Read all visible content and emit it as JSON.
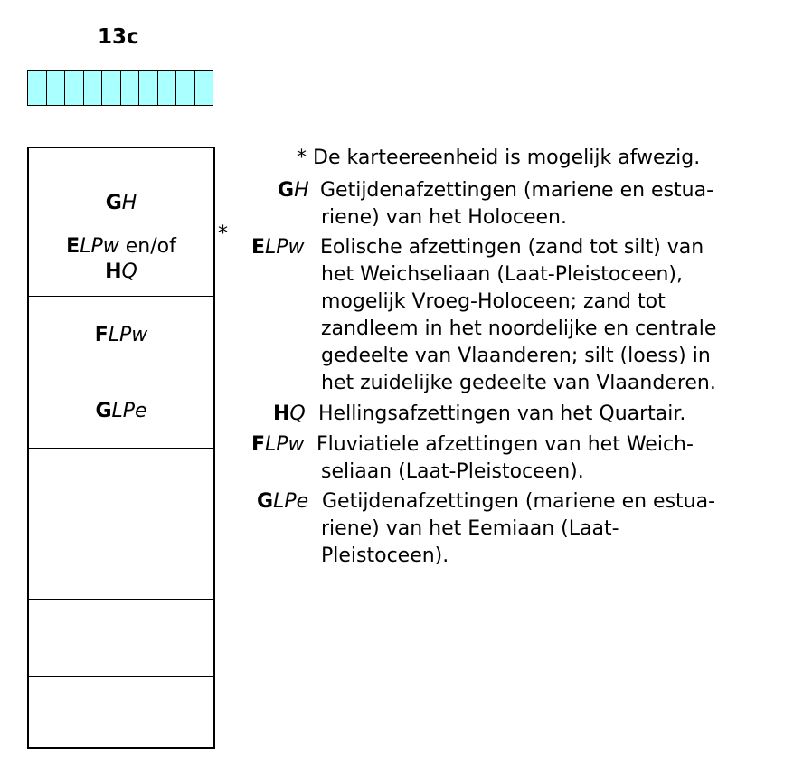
{
  "title": "13c",
  "strip": {
    "color": "#aaffff",
    "cells": 10
  },
  "column": {
    "layers": [
      {
        "id": "l1",
        "main": "",
        "suffix": ""
      },
      {
        "id": "l2",
        "main": "G",
        "suffix": "H"
      },
      {
        "id": "l3",
        "main": "E",
        "suffix": "LPw",
        "extra": " en/of",
        "main2": "H",
        "suffix2": "Q"
      },
      {
        "id": "l4",
        "main": "F",
        "suffix": "LPw"
      },
      {
        "id": "l5",
        "main": "G",
        "suffix": "LPe"
      },
      {
        "id": "l6",
        "main": "",
        "suffix": ""
      },
      {
        "id": "l7",
        "main": "",
        "suffix": ""
      },
      {
        "id": "l8",
        "main": "",
        "suffix": ""
      },
      {
        "id": "l9",
        "main": "",
        "suffix": ""
      }
    ],
    "asterisk": "*"
  },
  "legend": {
    "asterisk_term": "*",
    "asterisk_desc": "De karteereenheid is mogelijk afwezig.",
    "GH": {
      "main": "G",
      "suffix": "H",
      "lines": [
        "Getijdenafzettingen (mariene en estua-",
        "riene) van het Holoceen."
      ]
    },
    "ELPw": {
      "main": "E",
      "suffix": "LPw",
      "lines": [
        "Eolische afzettingen (zand tot silt) van",
        "het Weichseliaan (Laat-Pleistoceen),",
        "mogelijk Vroeg-Holoceen; zand tot",
        "zandleem in het noordelijke en centrale",
        "gedeelte van Vlaanderen; silt (loess) in",
        "het zuidelijke gedeelte van Vlaanderen."
      ]
    },
    "HQ": {
      "main": "H",
      "suffix": "Q",
      "lines": [
        "Hellingsafzettingen van het Quartair."
      ]
    },
    "FLPw": {
      "main": "F",
      "suffix": "LPw",
      "lines": [
        "Fluviatiele afzettingen van het Weich-",
        "seliaan (Laat-Pleistoceen)."
      ]
    },
    "GLPe": {
      "main": "G",
      "suffix": "LPe",
      "lines": [
        "Getijdenafzettingen (mariene en estua-",
        "riene) van het Eemiaan (Laat-",
        "Pleistoceen)."
      ]
    }
  }
}
